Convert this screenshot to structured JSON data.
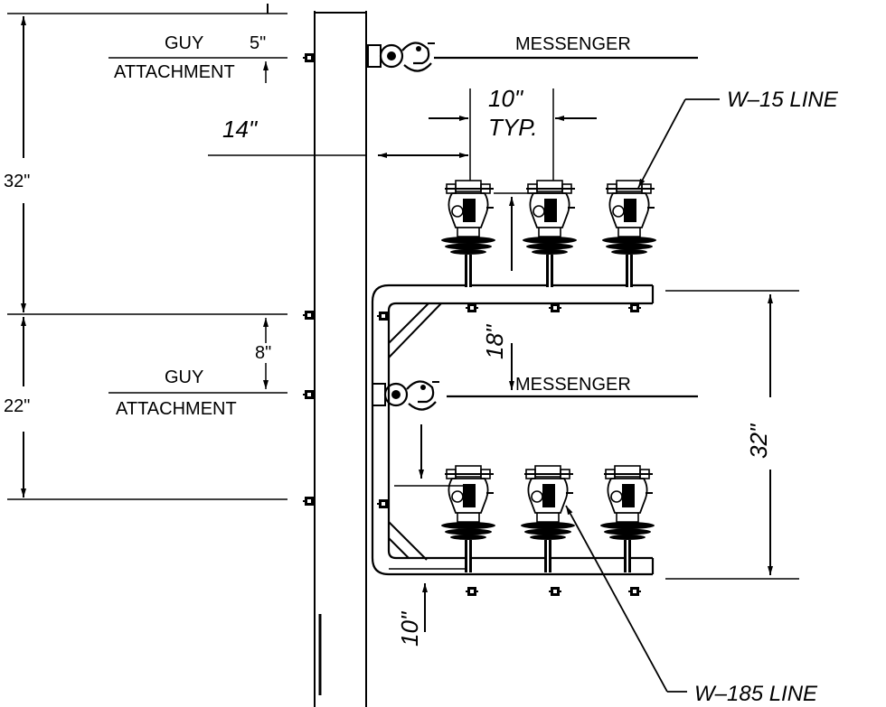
{
  "labels": {
    "guy_top": "GUY",
    "attach_top": "ATTACHMENT",
    "guy_bottom": "GUY",
    "attach_bottom": "ATTACHMENT",
    "messenger_top": "MESSENGER",
    "messenger_bottom": "MESSENGER",
    "w15_line": "W–15  LINE",
    "w185_line": "W–185  LINE"
  },
  "dimensions": {
    "d5": "5\"",
    "d32_left": "32\"",
    "d22_left": "22\"",
    "d8": "8\"",
    "d14": "14\"",
    "d10_typ": "10\"",
    "typ": "TYP.",
    "d18": "18\"",
    "d32_right": "32\"",
    "d10_bottom": "10\""
  }
}
